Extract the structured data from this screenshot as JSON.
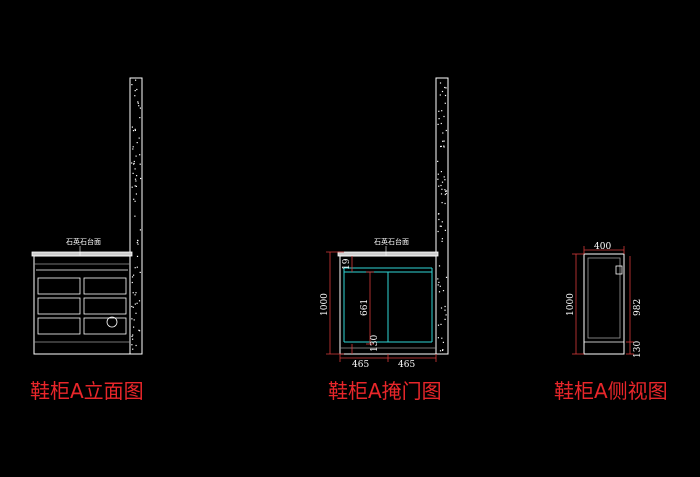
{
  "colors": {
    "background": "#000000",
    "line": "#ffffff",
    "grey": "#9a9a9a",
    "cyan": "#2fd6d6",
    "dim_red": "#d63a3a",
    "title_red": "#e8262a"
  },
  "views": {
    "elevation": {
      "title": "鞋柜A立面图",
      "note": "石英石台面"
    },
    "door": {
      "title": "鞋柜A掩门图",
      "note": "石英石台面",
      "dims": {
        "total_height": "1000",
        "top": "19",
        "door_height": "661",
        "plinth": "130",
        "width_left": "465",
        "width_right": "465"
      }
    },
    "side": {
      "title": "鞋柜A侧视图",
      "dims": {
        "depth": "400",
        "total_height": "1000",
        "body_height": "982",
        "plinth": "130"
      }
    }
  }
}
